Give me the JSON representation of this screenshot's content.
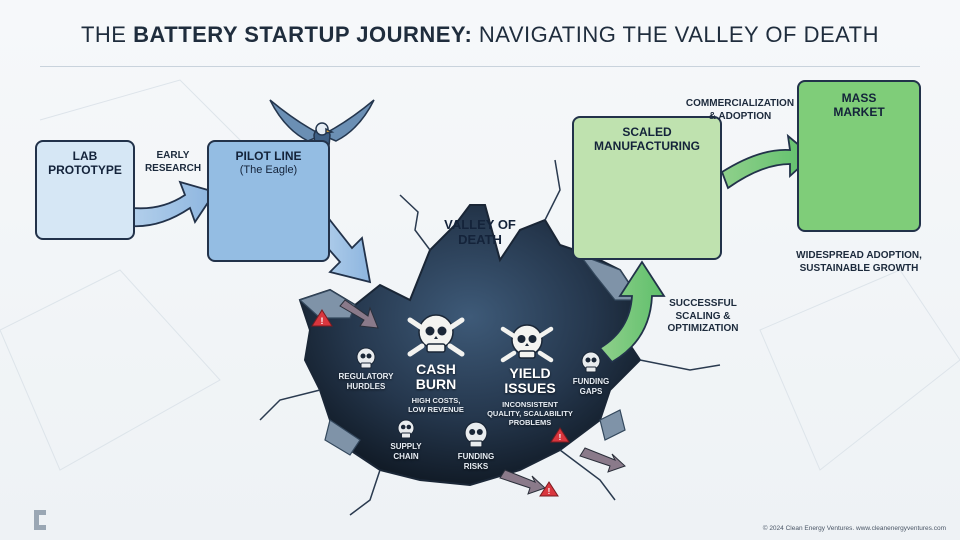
{
  "title": {
    "prefix": "THE ",
    "bold": "BATTERY STARTUP JOURNEY:",
    "suffix": " NAVIGATING THE VALLEY OF DEATH"
  },
  "stages": {
    "lab": {
      "line1": "LAB",
      "line2": "PROTOTYPE"
    },
    "pilot": {
      "name": "PILOT LINE",
      "sub": "(The Eagle)"
    },
    "scaled": {
      "line1": "SCALED",
      "line2": "MANUFACTURING"
    },
    "mass": {
      "line1": "MASS",
      "line2": "MARKET"
    }
  },
  "transitions": {
    "early_research": {
      "line1": "EARLY",
      "line2": "RESEARCH"
    },
    "commercialization": {
      "line1": "COMMERCIALIZATION",
      "line2": "& ADOPTION"
    },
    "successful_scaling": {
      "line1": "SUCCESSFUL",
      "line2": "SCALING &",
      "line3": "OPTIMIZATION"
    },
    "widespread": {
      "line1": "WIDESPREAD ADOPTION,",
      "line2": "SUSTAINABLE GROWTH"
    }
  },
  "valley": {
    "line1": "VALLEY OF",
    "line2": "DEATH"
  },
  "hazards": {
    "cash_burn": {
      "line1": "CASH",
      "line2": "BURN",
      "sub1": "HIGH COSTS,",
      "sub2": "LOW REVENUE"
    },
    "yield": {
      "line1": "YIELD",
      "line2": "ISSUES",
      "sub1": "INCONSISTENT",
      "sub2": "QUALITY, SCALABILITY",
      "sub3": "PROBLEMS"
    },
    "regulatory": {
      "line1": "REGULATORY",
      "line2": "HURDLES"
    },
    "supply": {
      "line1": "SUPPLY",
      "line2": "CHAIN"
    },
    "funding_risks": {
      "line1": "FUNDING",
      "line2": "RISKS"
    },
    "funding_gaps": {
      "line1": "FUNDING",
      "line2": "GAPS"
    }
  },
  "footer": "© 2024 Clean Energy Ventures. www.cleanenergyventures.com",
  "colors": {
    "blue_box": "#cfe3f3",
    "blue_box2": "#8fb8df",
    "green_box": "#b9e0a9",
    "green_box2": "#7fcd79",
    "ink": "#14233a",
    "warning": "#d9363e"
  }
}
